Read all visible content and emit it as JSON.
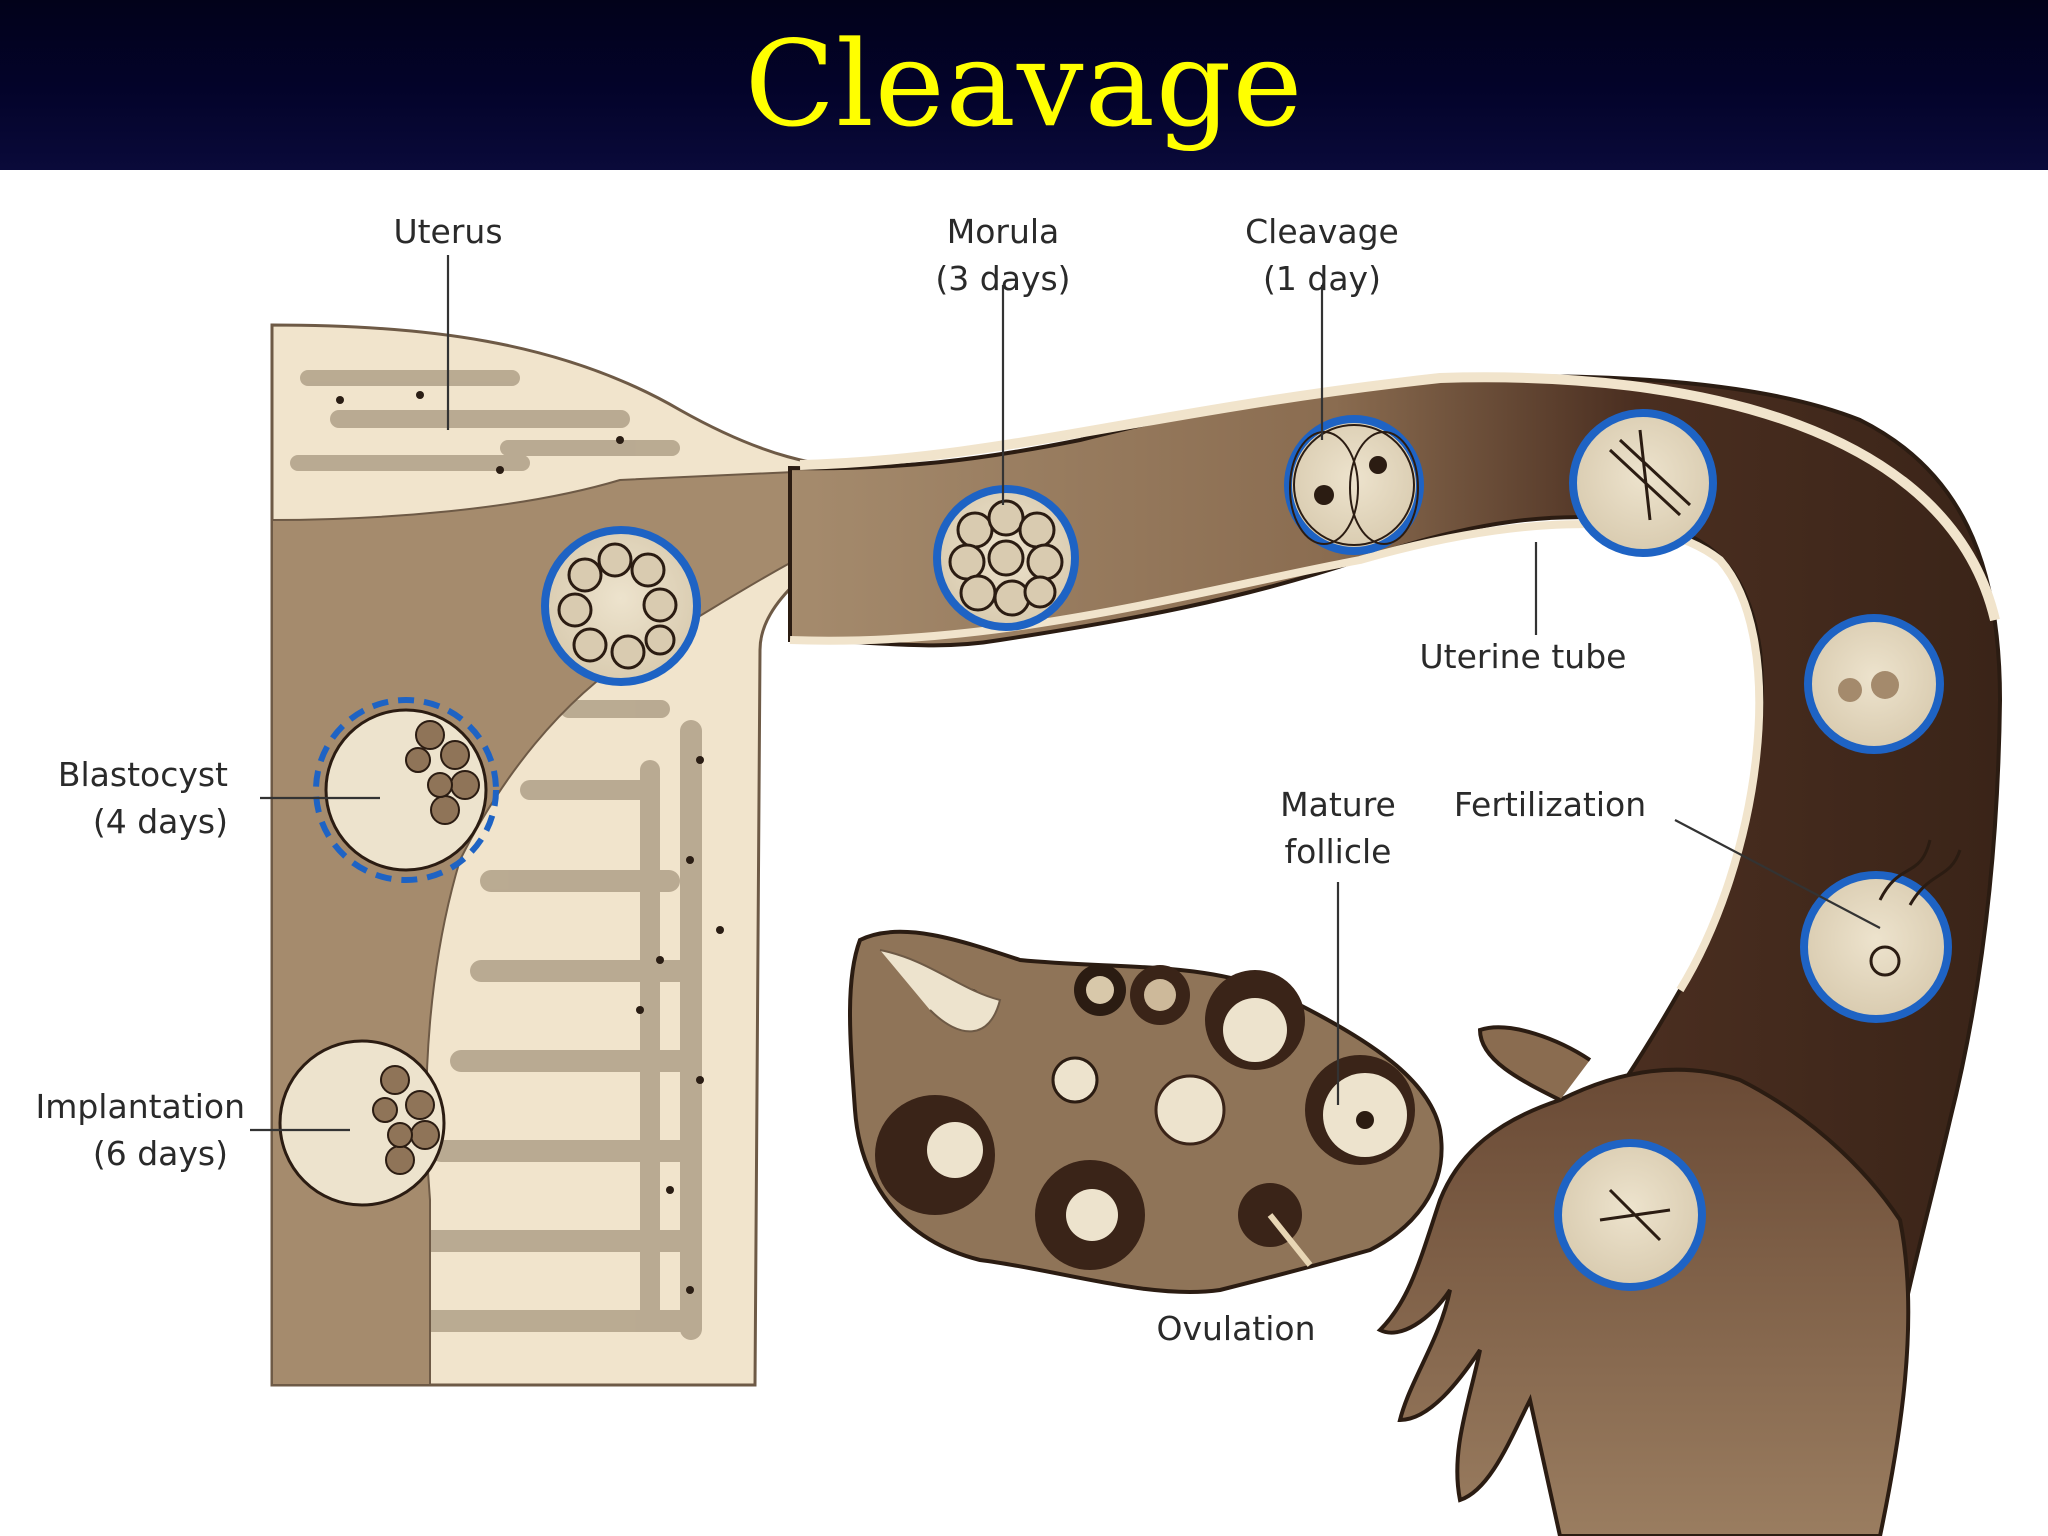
{
  "title": "Cleavage",
  "labels": {
    "uterus": "Uterus",
    "morula": [
      "Morula",
      "(3 days)"
    ],
    "cleavage": [
      "Cleavage",
      "(1 day)"
    ],
    "uterine_tube": "Uterine tube",
    "blastocyst": [
      "Blastocyst",
      "(4 days)"
    ],
    "mature_follicle": [
      "Mature",
      "follicle"
    ],
    "fertilization": "Fertilization",
    "implantation": [
      "Implantation",
      "(6 days)"
    ],
    "ovulation": "Ovulation"
  },
  "colors": {
    "title_text": "#ffff00",
    "title_bar": "#03032a",
    "tissue": "#f1e4cc",
    "tube_light": "#a48a6c",
    "tube_dark": "#3a2418",
    "ovary": "#8f7458",
    "cell_ring": "#1e63c4"
  }
}
